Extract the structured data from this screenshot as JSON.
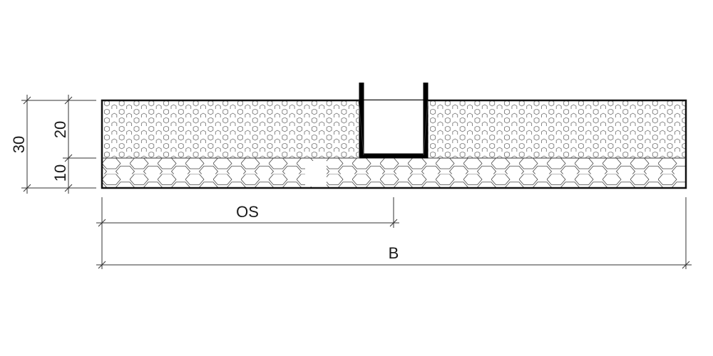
{
  "dimensions": {
    "total_thickness": "30",
    "upper_layer_thickness": "20",
    "lower_layer_thickness": "10",
    "offset_label": "OS",
    "width_label": "B"
  },
  "layers": {
    "upper": {
      "hatch": "small-hexagon"
    },
    "lower": {
      "hatch": "large-hexagon"
    }
  },
  "colors": {
    "line": "#111111",
    "profile": "#000000",
    "background": "#ffffff"
  }
}
